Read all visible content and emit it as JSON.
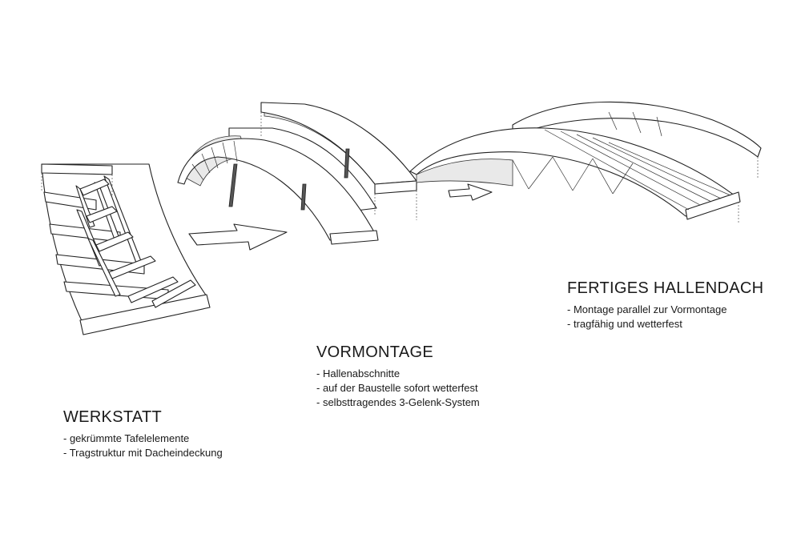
{
  "werkstatt": {
    "title": "WERKSTATT",
    "items": [
      "gekrümmte Tafelelemente",
      "Tragstruktur mit Dacheindeckung"
    ]
  },
  "vormontage": {
    "title": "VORMONTAGE",
    "items": [
      "Hallenabschnitte",
      "auf der Baustelle sofort wetterfest",
      "selbsttragendes 3-Gelenk-System"
    ]
  },
  "hallendach": {
    "title": "FERTIGES HALLENDACH",
    "items": [
      "Montage parallel zur Vormontage",
      "tragfähig und wetterfest"
    ]
  }
}
